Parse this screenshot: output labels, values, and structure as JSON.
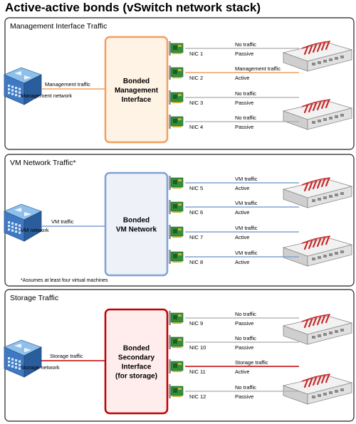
{
  "title": "Active-active bonds (vSwitch network stack)",
  "colors": {
    "orange": "#f0a061",
    "orange_fill": "#fff3e6",
    "blue": "#7ea3d2",
    "blue_fill": "#eef1f8",
    "red": "#c00000",
    "red_fill": "#ffeded",
    "gray_line": "#aaaaaa"
  },
  "sections": [
    {
      "heading": "Management Interface Traffic",
      "network_label": "Management network",
      "traffic_label": "Management traffic",
      "bond_lines": [
        "Bonded",
        "Management",
        "Interface"
      ],
      "color": "orange",
      "footnote": "",
      "nics": [
        {
          "name": "NIC 1",
          "traffic": "No traffic",
          "state": "Passive",
          "active": false
        },
        {
          "name": "NIC 2",
          "traffic": "Management traffic",
          "state": "Active",
          "active": true
        },
        {
          "name": "NIC 3",
          "traffic": "No traffic",
          "state": "Passive",
          "active": false
        },
        {
          "name": "NIC 4",
          "traffic": "No traffic",
          "state": "Passive",
          "active": false
        }
      ]
    },
    {
      "heading": "VM Network Traffic*",
      "network_label": "VM network",
      "traffic_label": "VM traffic",
      "bond_lines": [
        "Bonded",
        "VM Network"
      ],
      "color": "blue",
      "footnote": "*Assumes at least four virtual machines",
      "nics": [
        {
          "name": "NIC 5",
          "traffic": "VM traffic",
          "state": "Active",
          "active": true
        },
        {
          "name": "NIC 6",
          "traffic": "VM traffic",
          "state": "Active",
          "active": true
        },
        {
          "name": "NIC 7",
          "traffic": "VM traffic",
          "state": "Active",
          "active": true
        },
        {
          "name": "NIC 8",
          "traffic": "VM traffic",
          "state": "Active",
          "active": true
        }
      ]
    },
    {
      "heading": "Storage Traffic",
      "network_label": "Storage network",
      "traffic_label": "Storage traffic",
      "bond_lines": [
        "Bonded",
        "Secondary",
        "Interface",
        "(for storage)"
      ],
      "color": "red",
      "footnote": "",
      "nics": [
        {
          "name": "NIC 9",
          "traffic": "No traffic",
          "state": "Passive",
          "active": false
        },
        {
          "name": "NIC 10",
          "traffic": "No traffic",
          "state": "Passive",
          "active": false
        },
        {
          "name": "NIC 11",
          "traffic": "Storage traffic",
          "state": "Active",
          "active": true
        },
        {
          "name": "NIC 12",
          "traffic": "No traffic",
          "state": "Passive",
          "active": false
        }
      ]
    }
  ]
}
